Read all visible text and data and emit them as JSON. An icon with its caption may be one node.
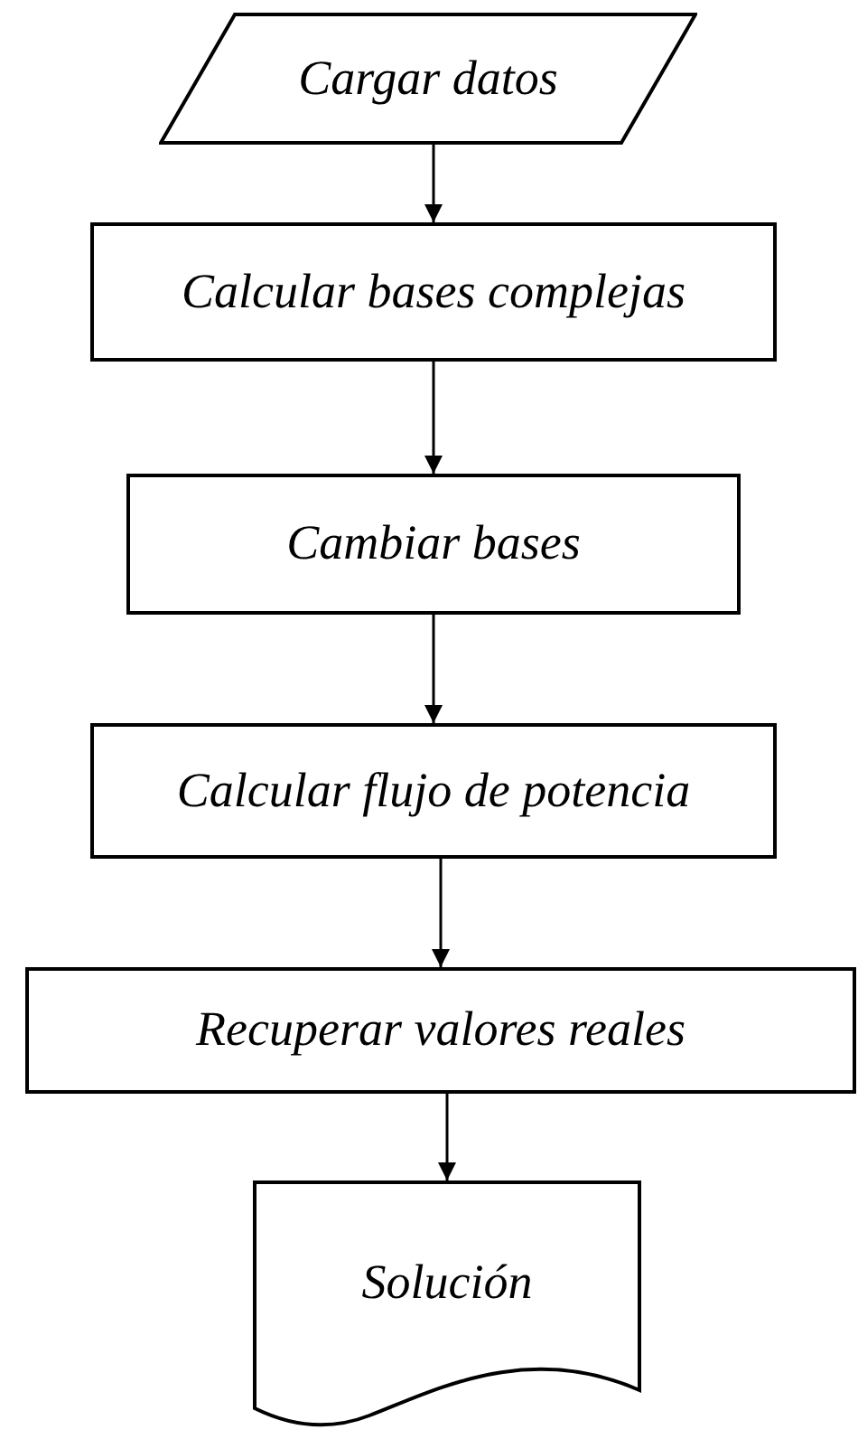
{
  "diagram": {
    "nodes": [
      {
        "text": [
          "Cargar datos"
        ]
      },
      {
        "text": [
          "Calcular bases complejas"
        ]
      },
      {
        "text": [
          "Cambiar bases"
        ]
      },
      {
        "text": [
          "Calcular flujo de potencia"
        ]
      },
      {
        "text": [
          "Recuperar valores reales"
        ]
      },
      {
        "text": [
          "Solución"
        ]
      }
    ],
    "edges": [
      {
        "from": 0,
        "to": 1,
        "arrow": "to"
      },
      {
        "from": 1,
        "to": 2,
        "arrow": "to"
      },
      {
        "from": 2,
        "to": 3,
        "arrow": "to"
      },
      {
        "from": 3,
        "to": 4,
        "arrow": "to"
      },
      {
        "from": 4,
        "to": 5,
        "arrow": "to"
      }
    ]
  }
}
